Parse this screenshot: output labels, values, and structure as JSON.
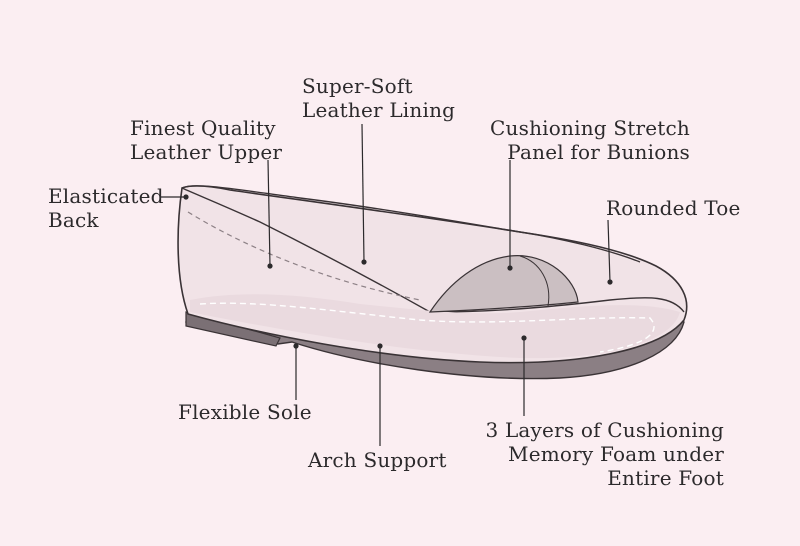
{
  "colors": {
    "background": "#fbeef2",
    "shoe_fill": "#f1e3e7",
    "inner_fill": "#eadadf",
    "panel_fill": "#cbbfc2",
    "sole_fill": "#8b7f84",
    "outline": "#3a3336"
  },
  "labels": {
    "elasticated_back": [
      "Elasticated",
      "Back"
    ],
    "leather_upper": [
      "Finest Quality",
      "Leather Upper"
    ],
    "leather_lining": [
      "Super-Soft",
      "Leather Lining"
    ],
    "stretch_panel": [
      "Cushioning Stretch",
      "Panel for Bunions"
    ],
    "rounded_toe": [
      "Rounded Toe"
    ],
    "flexible_sole": [
      "Flexible Sole"
    ],
    "arch_support": [
      "Arch Support"
    ],
    "memory_foam": [
      "3 Layers of Cushioning",
      "Memory Foam under",
      "Entire Foot"
    ]
  }
}
